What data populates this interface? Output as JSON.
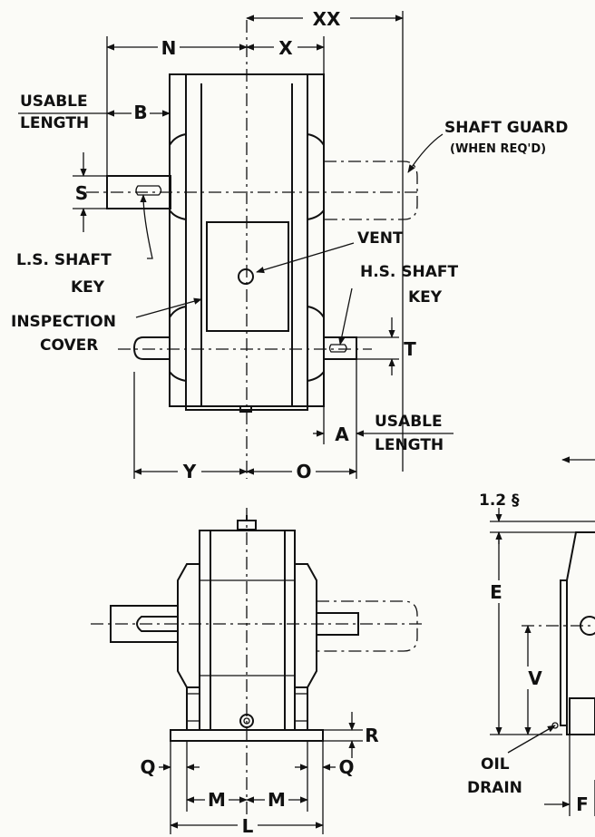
{
  "labels": {
    "xx": "XX",
    "x": "X",
    "n": "N",
    "b": "B",
    "s": "S",
    "usable_length_1a": "USABLE",
    "usable_length_1b": "LENGTH",
    "shaft_guard_a": "SHAFT GUARD",
    "shaft_guard_b": "(WHEN REQ'D)",
    "vent": "VENT",
    "ls_shaft_a": "L.S. SHAFT",
    "ls_shaft_b": "KEY",
    "hs_shaft_a": "H.S. SHAFT",
    "hs_shaft_b": "KEY",
    "inspection_a": "INSPECTION",
    "inspection_b": "COVER",
    "t": "T",
    "a": "A",
    "usable_length_2a": "USABLE",
    "usable_length_2b": "LENGTH",
    "y": "Y",
    "o": "O",
    "one_two": "1.2 §",
    "e": "E",
    "v": "V",
    "r": "R",
    "q_left": "Q",
    "q_right": "Q",
    "m_left": "M",
    "m_right": "M",
    "l": "L",
    "oil_a": "OIL",
    "oil_b": "DRAIN",
    "f": "F"
  }
}
